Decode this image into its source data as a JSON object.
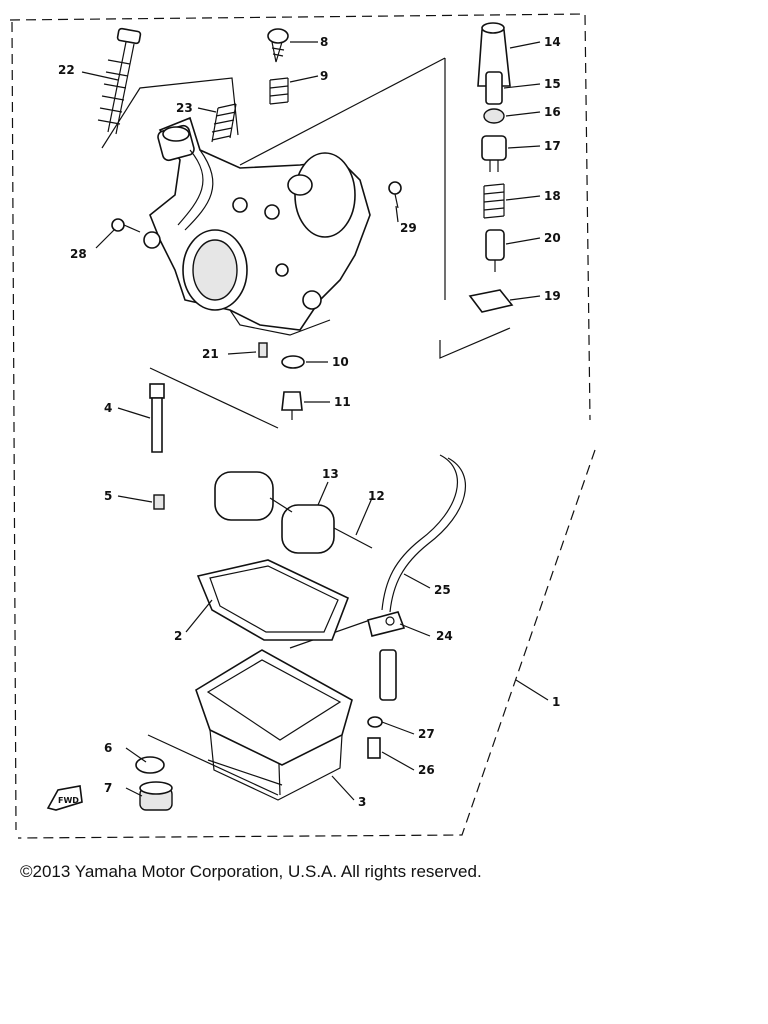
{
  "callouts": [
    "1",
    "2",
    "3",
    "4",
    "5",
    "6",
    "7",
    "8",
    "9",
    "10",
    "11",
    "12",
    "13",
    "14",
    "15",
    "16",
    "17",
    "18",
    "19",
    "20",
    "21",
    "22",
    "23",
    "24",
    "25",
    "26",
    "27",
    "28",
    "29"
  ],
  "fwd_label": "FWD",
  "copyright": "©2013 Yamaha Motor Corporation, U.S.A. All rights reserved."
}
